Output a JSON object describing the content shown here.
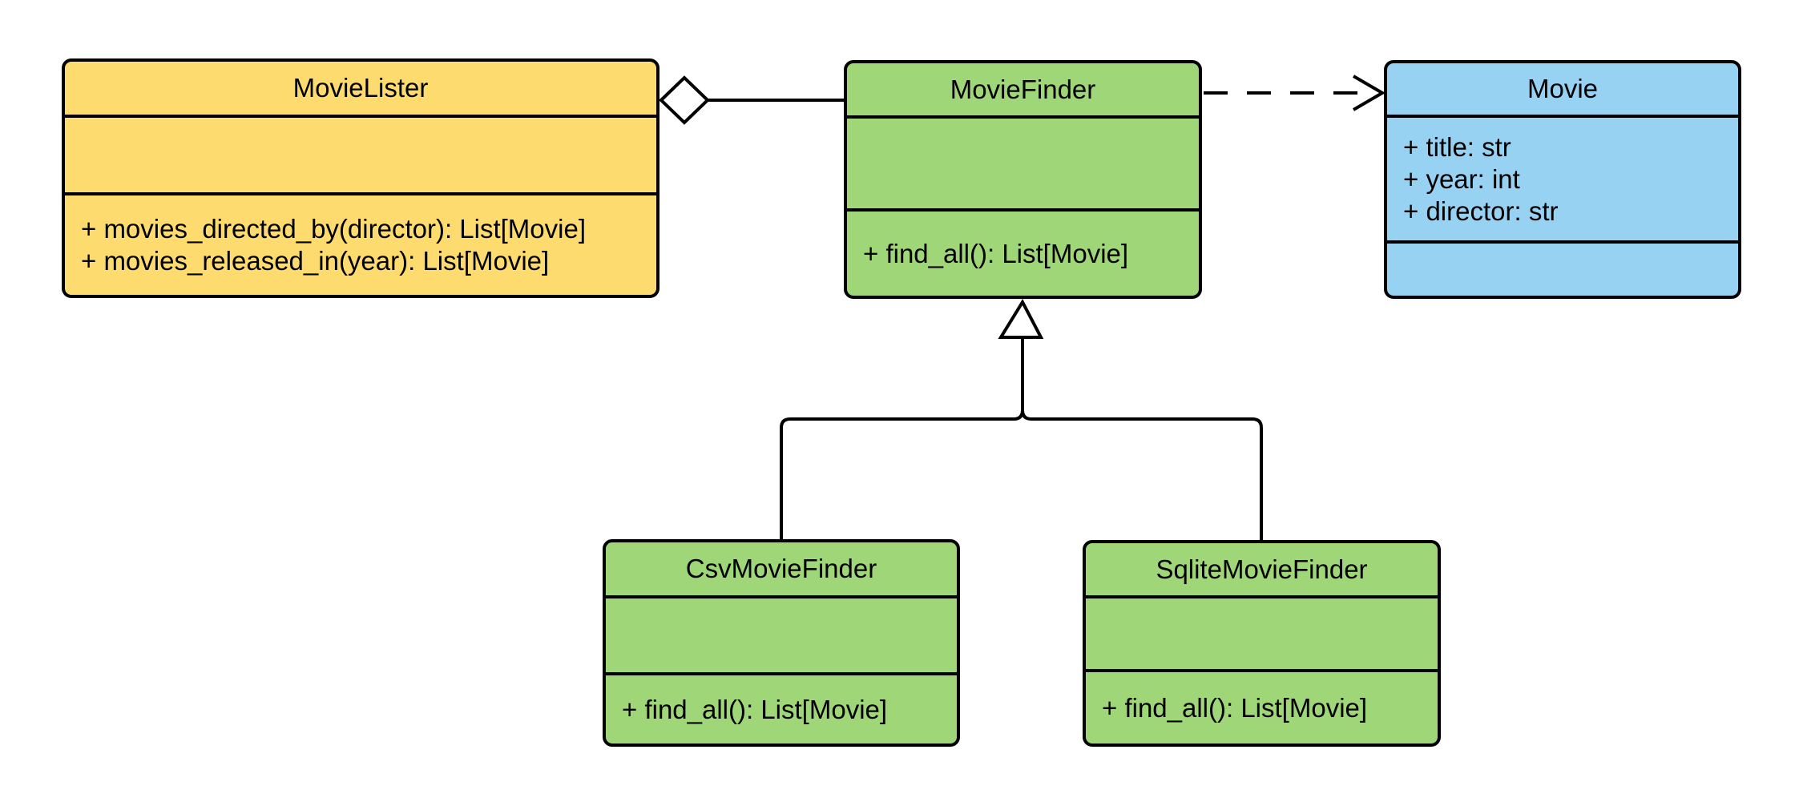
{
  "diagram": {
    "kind": "uml-class-diagram",
    "background_color": "#ffffff",
    "stroke_color": "#000000",
    "classes": [
      {
        "name": "MovieLister",
        "fill": "#FDDB6E",
        "attributes": [],
        "methods": [
          "+ movies_directed_by(director): List[Movie]",
          "+ movies_released_in(year): List[Movie]"
        ]
      },
      {
        "name": "MovieFinder",
        "fill": "#9FD677",
        "attributes": [],
        "methods": [
          "+ find_all(): List[Movie]"
        ]
      },
      {
        "name": "Movie",
        "fill": "#97D2F3",
        "attributes": [
          "+ title: str",
          "+ year: int",
          "+ director: str"
        ],
        "methods": []
      },
      {
        "name": "CsvMovieFinder",
        "fill": "#9FD677",
        "attributes": [],
        "methods": [
          "+ find_all(): List[Movie]"
        ]
      },
      {
        "name": "SqliteMovieFinder",
        "fill": "#9FD677",
        "attributes": [],
        "methods": [
          "+ find_all(): List[Movie]"
        ]
      }
    ],
    "relationships": [
      {
        "type": "aggregation",
        "from": "MovieLister",
        "to": "MovieFinder"
      },
      {
        "type": "dependency",
        "from": "MovieFinder",
        "to": "Movie",
        "line_style": "dashed"
      },
      {
        "type": "generalization",
        "from": "CsvMovieFinder",
        "to": "MovieFinder"
      },
      {
        "type": "generalization",
        "from": "SqliteMovieFinder",
        "to": "MovieFinder"
      }
    ]
  }
}
